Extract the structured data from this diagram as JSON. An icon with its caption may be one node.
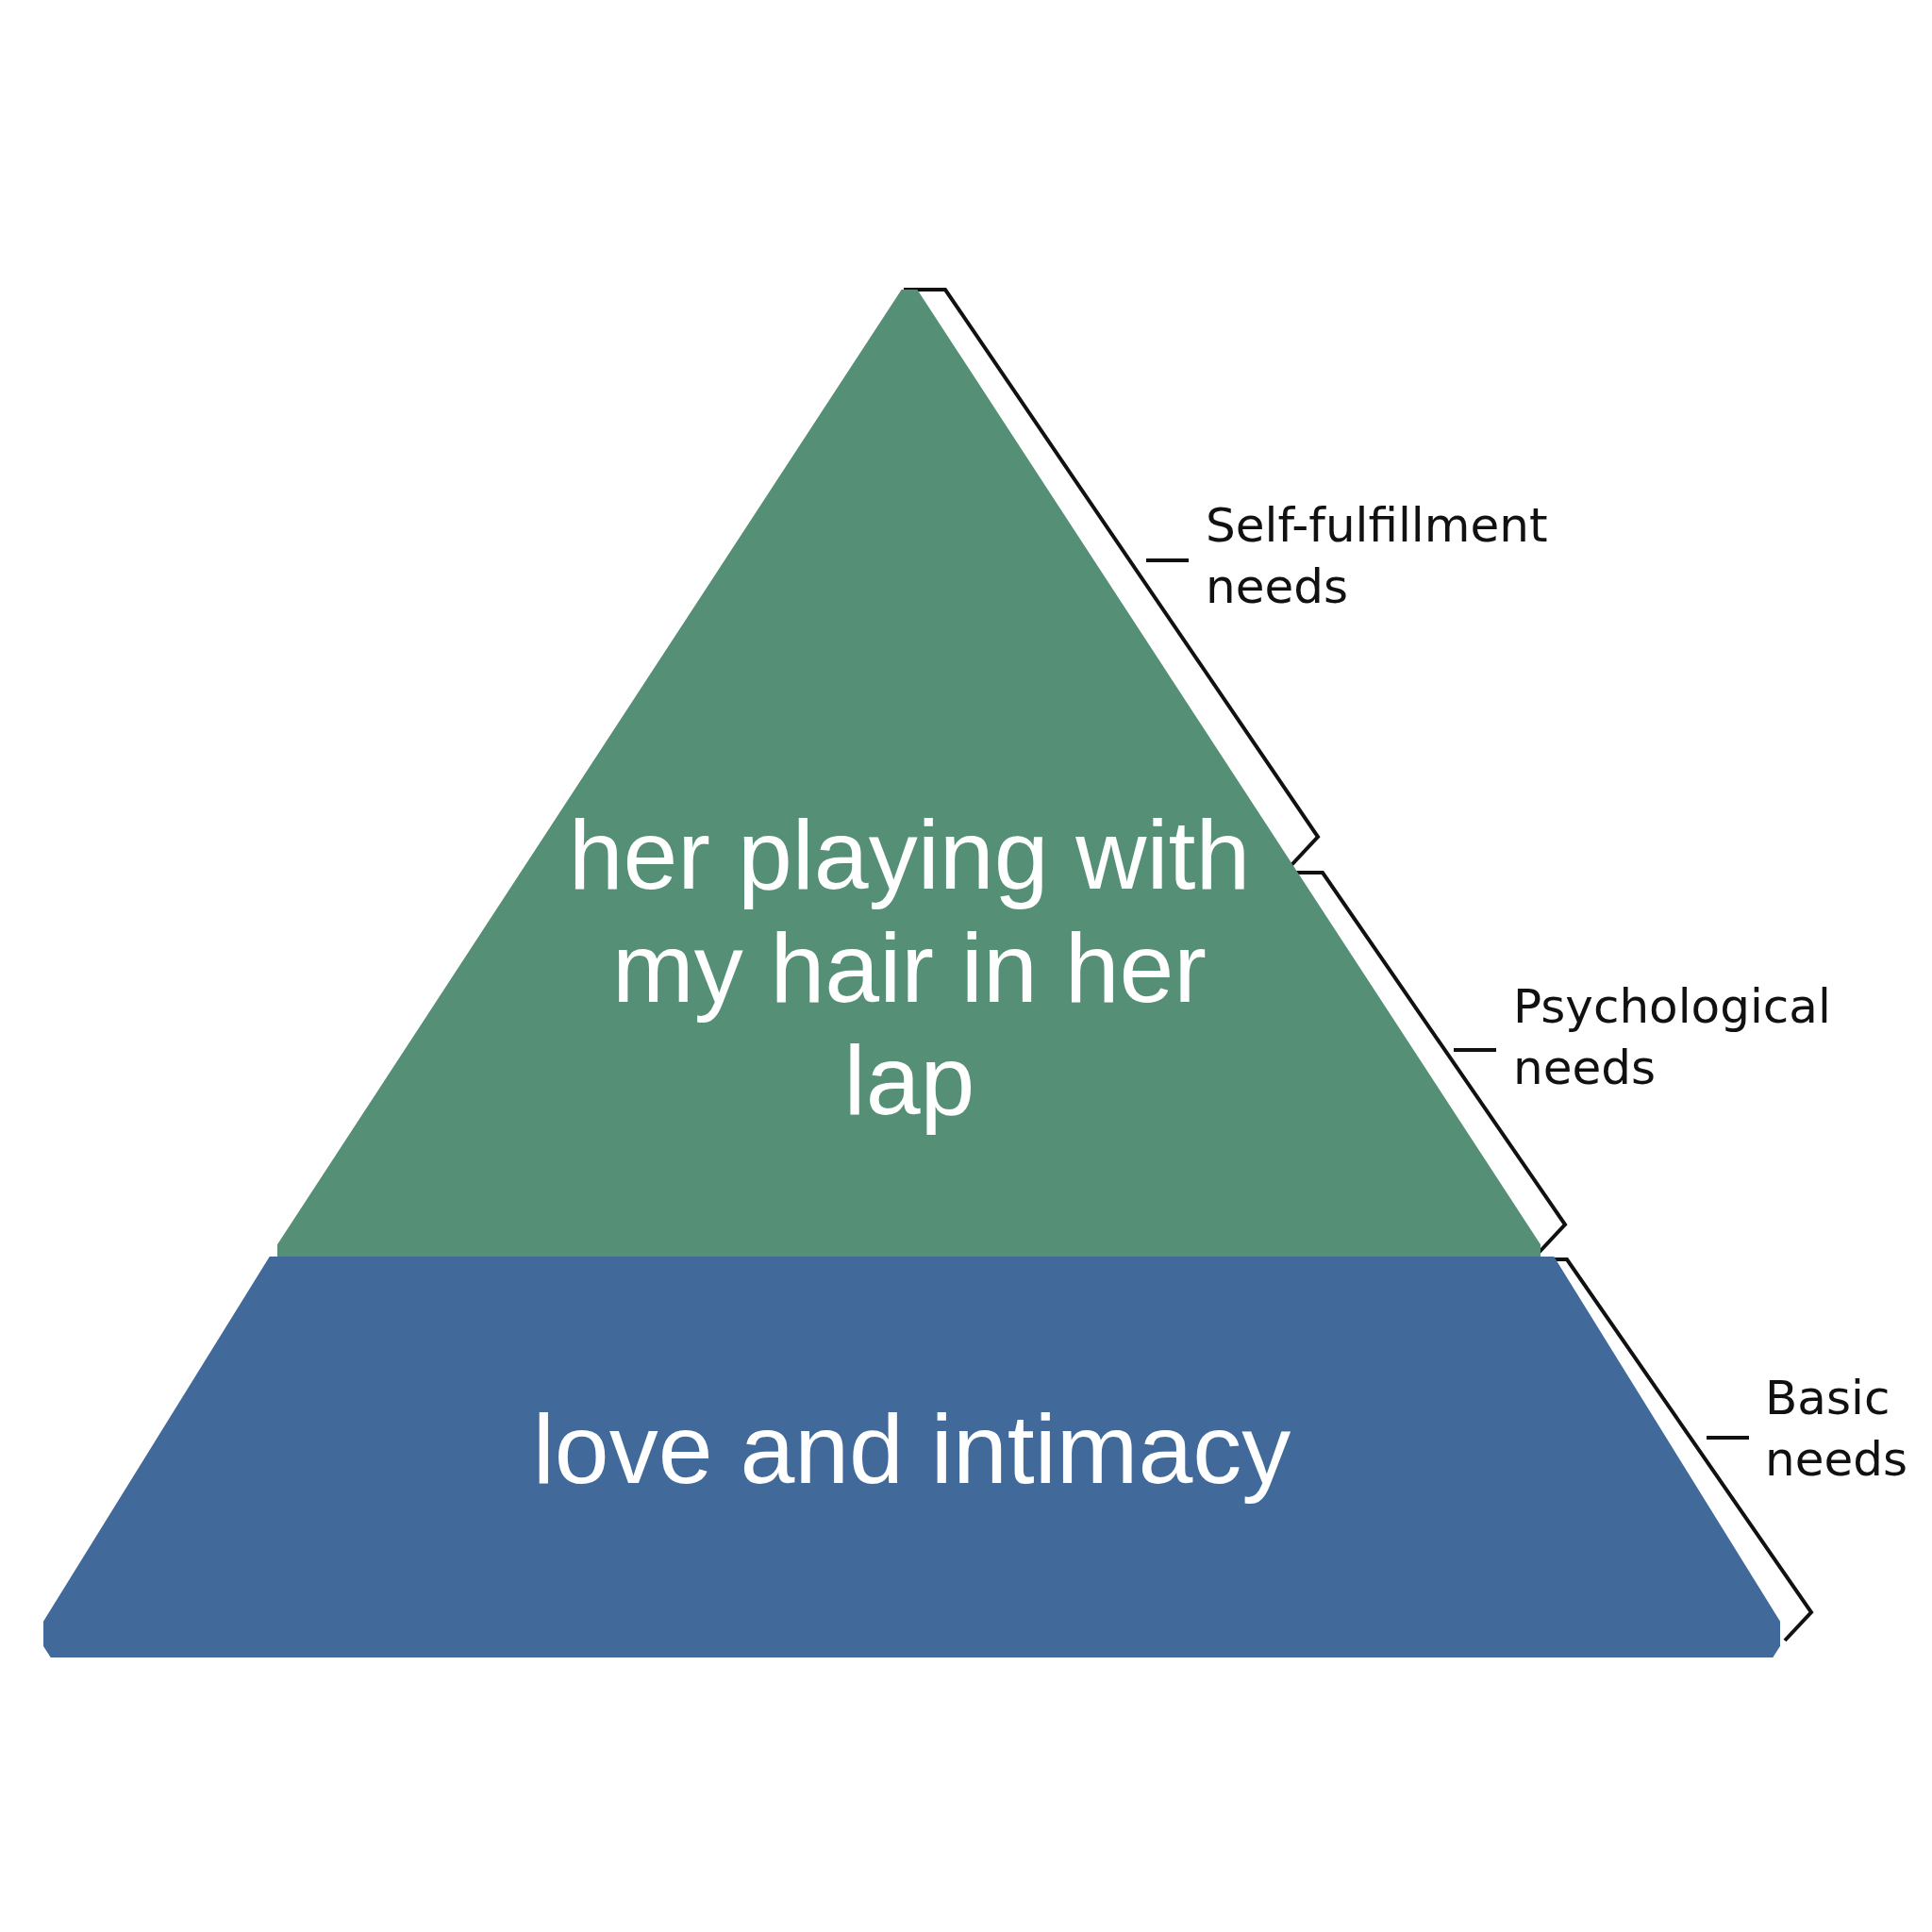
{
  "diagram": {
    "nodes": [
      {
        "text": [
          "her playing with my hair in her lap"
        ]
      },
      {
        "text": [
          "love and intimacy"
        ]
      }
    ],
    "labels": [
      "Self-fulfillment needs",
      "Psychological needs",
      "Basic needs"
    ]
  }
}
